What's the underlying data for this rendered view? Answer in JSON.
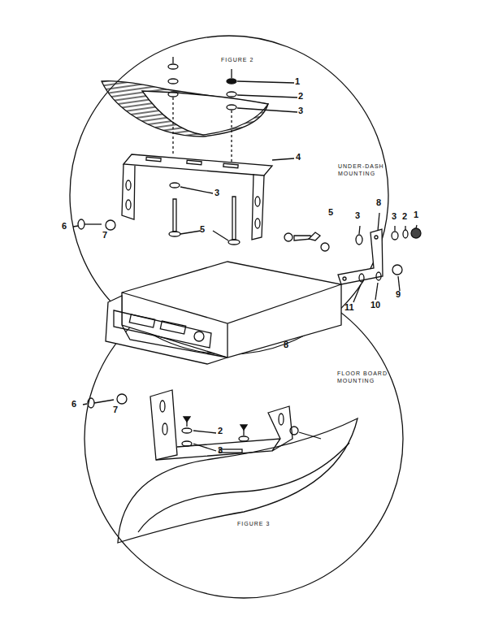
{
  "diagram": {
    "labels": [
      "FIGURE 2",
      "1",
      "2",
      "3",
      "4",
      "3",
      "6",
      "7",
      "5",
      "UNDER-DASH MOUNTING",
      "5",
      "3",
      "8",
      "3",
      "2",
      "1",
      "11",
      "10",
      "9",
      "8",
      "FLOOR BOARD MOUNTING",
      "6",
      "7",
      "2",
      "3",
      "FIGURE 3"
    ]
  }
}
